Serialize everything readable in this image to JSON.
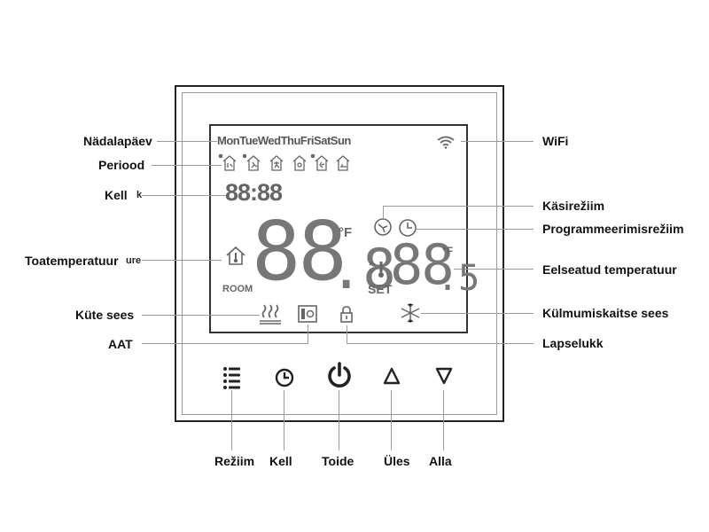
{
  "labels_left": {
    "weekday": "Nädalapäev",
    "period": "Periood",
    "clock": "Kell",
    "room_temp": "Toatemperatuur",
    "heating_on": "Küte sees",
    "aat": "AAT"
  },
  "label_fragments": {
    "clock_frag": "k",
    "room_frag": "ure"
  },
  "labels_right": {
    "wifi": "WiFi",
    "manual_mode": "Käsirežiim",
    "program_mode": "Programmeerimisrežiim",
    "preset_temp": "Eelseatud temperatuur",
    "frost_on": "Külmumiskaitse sees",
    "child_lock": "Lapselukk"
  },
  "labels_bottom": {
    "mode": "Režiim",
    "clock": "Kell",
    "power": "Toide",
    "up": "Üles",
    "down": "Alla"
  },
  "lcd": {
    "days": [
      "Mon",
      "Tue",
      "Wed",
      "Thu",
      "Fri",
      "Sat",
      "Sun"
    ],
    "clock_digits": "88:88",
    "room_unit": "°F",
    "room_text": "ROOM",
    "set_unit": "°F",
    "set_text": "SET"
  },
  "icons": {
    "wifi": "wifi-icon",
    "period": "period-icons",
    "home": "house-thermometer-icon",
    "heat": "heating-waves-icon",
    "aat": "sensor-icon",
    "lock": "padlock-icon",
    "manual": "manual-hand-icon",
    "program": "clock-icon",
    "setpoint": "setpoint-thermometer-icon",
    "frost": "snowflake-icon"
  },
  "buttons": {
    "mode": "menu-icon",
    "clock": "clock-icon",
    "power": "power-icon",
    "up": "triangle-up-icon",
    "down": "triangle-down-icon"
  }
}
